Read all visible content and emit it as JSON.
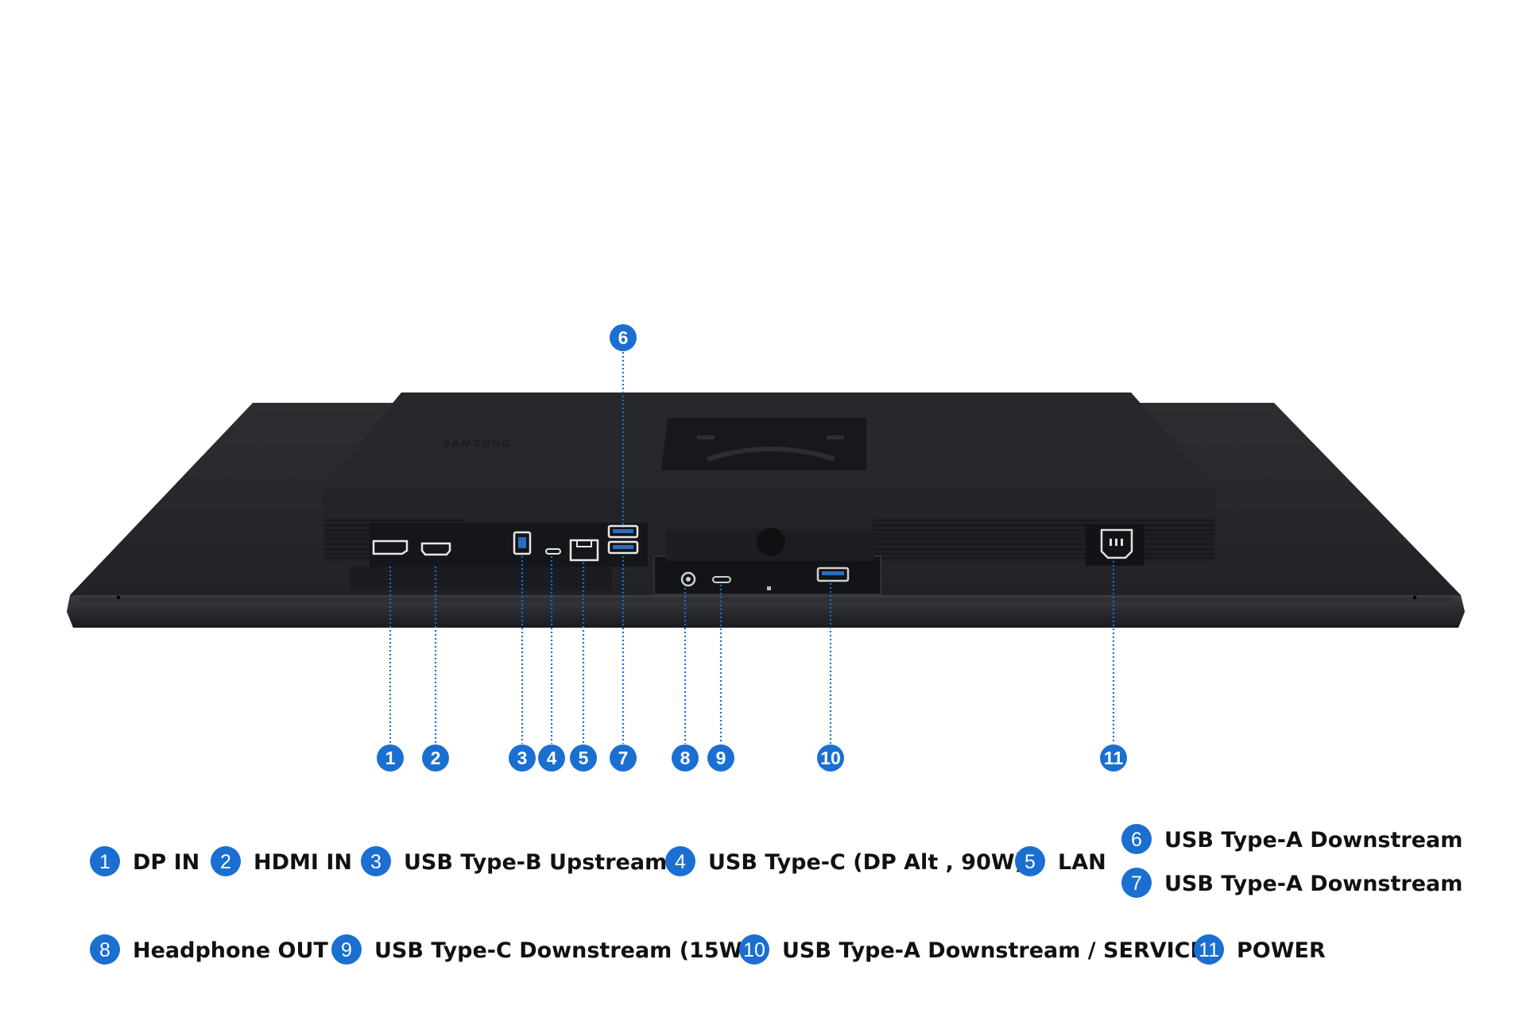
{
  "brand": "SAMSUNG",
  "colors": {
    "accent": "#1a6fd0",
    "text": "#111111",
    "monitor_body": "#242628",
    "monitor_dark": "#16171a",
    "monitor_edge": "#3a3c40"
  },
  "callouts": [
    {
      "num": "1"
    },
    {
      "num": "2"
    },
    {
      "num": "3"
    },
    {
      "num": "4"
    },
    {
      "num": "5"
    },
    {
      "num": "6"
    },
    {
      "num": "7"
    },
    {
      "num": "8"
    },
    {
      "num": "9"
    },
    {
      "num": "10"
    },
    {
      "num": "11"
    }
  ],
  "legend": [
    {
      "num": "1",
      "label": "DP IN"
    },
    {
      "num": "2",
      "label": "HDMI IN"
    },
    {
      "num": "3",
      "label": "USB Type-B Upstream"
    },
    {
      "num": "4",
      "label": "USB Type-C (DP Alt , 90W)"
    },
    {
      "num": "5",
      "label": "LAN"
    },
    {
      "num": "6",
      "label": "USB Type-A Downstream"
    },
    {
      "num": "7",
      "label": "USB Type-A Downstream"
    },
    {
      "num": "8",
      "label": "Headphone OUT"
    },
    {
      "num": "9",
      "label": "USB Type-C Downstream (15W)"
    },
    {
      "num": "10",
      "label": "USB Type-A Downstream / SERVICE"
    },
    {
      "num": "11",
      "label": "POWER"
    }
  ]
}
